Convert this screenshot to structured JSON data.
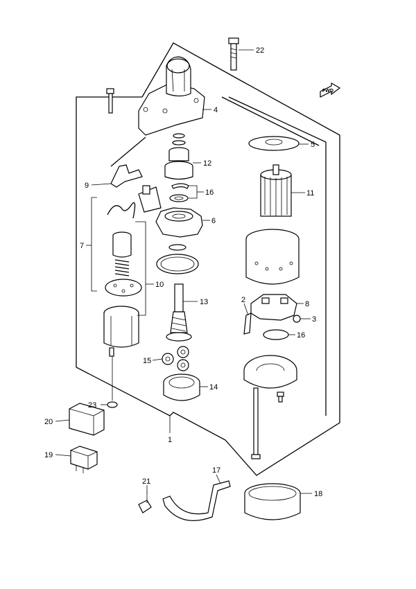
{
  "diagram": {
    "fwd_label": "FWD",
    "callouts": [
      {
        "id": "c1",
        "label": "1"
      },
      {
        "id": "c2",
        "label": "2"
      },
      {
        "id": "c3",
        "label": "3"
      },
      {
        "id": "c4",
        "label": "4"
      },
      {
        "id": "c5",
        "label": "5"
      },
      {
        "id": "c6",
        "label": "6"
      },
      {
        "id": "c7",
        "label": "7"
      },
      {
        "id": "c8",
        "label": "8"
      },
      {
        "id": "c9",
        "label": "9"
      },
      {
        "id": "c10",
        "label": "10"
      },
      {
        "id": "c11",
        "label": "11"
      },
      {
        "id": "c12",
        "label": "12"
      },
      {
        "id": "c13",
        "label": "13"
      },
      {
        "id": "c14",
        "label": "14"
      },
      {
        "id": "c15",
        "label": "15"
      },
      {
        "id": "c16a",
        "label": "16"
      },
      {
        "id": "c16b",
        "label": "16"
      },
      {
        "id": "c17",
        "label": "17"
      },
      {
        "id": "c18",
        "label": "18"
      },
      {
        "id": "c19",
        "label": "19"
      },
      {
        "id": "c20",
        "label": "20"
      },
      {
        "id": "c21",
        "label": "21"
      },
      {
        "id": "c22",
        "label": "22"
      },
      {
        "id": "c23",
        "label": "23"
      }
    ]
  }
}
